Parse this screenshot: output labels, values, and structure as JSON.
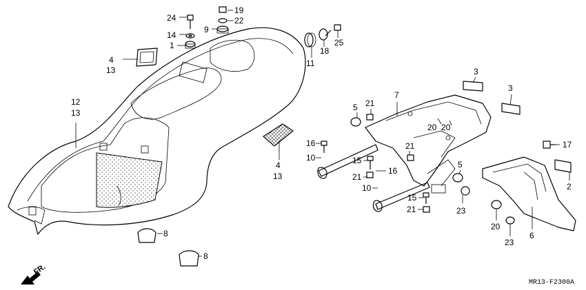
{
  "diagram": {
    "parts": {
      "p1": "1",
      "p2": "2",
      "p3a": "3",
      "p3b": "3",
      "p4a": "4",
      "p13a": "13",
      "p4b": "4",
      "p13b": "13",
      "p5a": "5",
      "p5b": "5",
      "p6": "6",
      "p7": "7",
      "p8a": "8",
      "p8b": "8",
      "p9": "9",
      "p10a": "10",
      "p10b": "10",
      "p11": "11",
      "p12": "12",
      "p13c": "13",
      "p14": "14",
      "p15a": "15",
      "p15b": "15",
      "p16a": "16",
      "p16b": "16",
      "p17": "17",
      "p18": "18",
      "p19": "19",
      "p20a": "20",
      "p20b": "20",
      "p20c": "20",
      "p21a": "21",
      "p21b": "21",
      "p21c": "21",
      "p21d": "21",
      "p22": "22",
      "p23a": "23",
      "p23b": "23",
      "p24": "24",
      "p25": "25"
    },
    "front_marker": "FR.",
    "drawing_code": "MR13-F2300A"
  }
}
